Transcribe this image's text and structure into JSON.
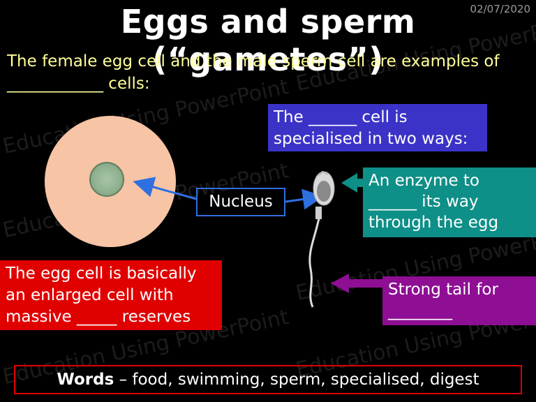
{
  "date": "02/07/2020",
  "title": "Eggs and sperm (“gametes”)",
  "intro": "The female egg cell and the male sperm cell are examples of ____________ cells:",
  "watermark": "Education Using PowerPoint",
  "nucleus_label": "Nucleus",
  "blue_box": "The ______ cell is specialised in two ways:",
  "teal_box": "An enzyme to ______ its way through the egg",
  "purple_box": "Strong tail for ________",
  "red_box": "The egg cell is basically an enlarged cell with massive _____ reserves",
  "words_label": "Words",
  "words_text": " – food, swimming, sperm, specialised, digest",
  "colors": {
    "egg": "#f7c4a5",
    "blue_box": "#3b33c7",
    "teal_box": "#0e8f87",
    "purple_box": "#8e0e94",
    "red_box": "#e00000",
    "intro_text": "#ffff99"
  }
}
